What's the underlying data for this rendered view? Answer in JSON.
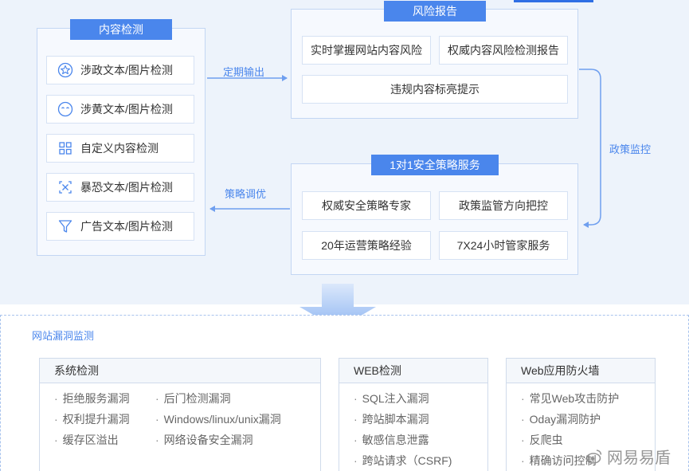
{
  "content_detection": {
    "title": "内容检测",
    "items": [
      {
        "label": "涉政文本/图片检测",
        "icon": "star-circle-icon"
      },
      {
        "label": "涉黄文本/图片检测",
        "icon": "face-circle-icon"
      },
      {
        "label": "自定义内容检测",
        "icon": "grid-icon"
      },
      {
        "label": "暴恐文本/图片检测",
        "icon": "crosshair-icon"
      },
      {
        "label": "广告文本/图片检测",
        "icon": "funnel-icon"
      }
    ]
  },
  "risk_report": {
    "title": "风险报告",
    "cells": [
      "实时掌握网站内容风险",
      "权威内容风险检测报告",
      "违规内容标亮提示"
    ]
  },
  "strategy_service": {
    "title": "1对1安全策略服务",
    "cells": [
      "权威安全策略专家",
      "政策监管方向把控",
      "20年运营策略经验",
      "7X24小时管家服务"
    ]
  },
  "flows": {
    "periodic_output": "定期输出",
    "strategy_tuning": "策略调优",
    "policy_monitoring": "政策监控"
  },
  "vuln_monitoring": {
    "title": "网站漏洞监测",
    "cards": [
      {
        "title": "系统检测",
        "col1": [
          "拒绝服务漏洞",
          "权利提升漏洞",
          "缓存区溢出"
        ],
        "col2": [
          "后门检测漏洞",
          "Windows/linux/unix漏洞",
          "网络设备安全漏洞"
        ]
      },
      {
        "title": "WEB检测",
        "col1": [
          "SQL注入漏洞",
          "跨站脚本漏洞",
          "敏感信息泄露",
          "跨站请求（CSRF)"
        ]
      },
      {
        "title": "Web应用防火墙",
        "col1": [
          "常见Web攻击防护",
          "Oday漏洞防护",
          "反爬虫",
          "精确访问控制"
        ]
      }
    ]
  },
  "watermark": "网易易盾",
  "colors": {
    "accent": "#4a86ec",
    "top_background": "#edf3fb",
    "panel_border": "#c3d6f3"
  }
}
